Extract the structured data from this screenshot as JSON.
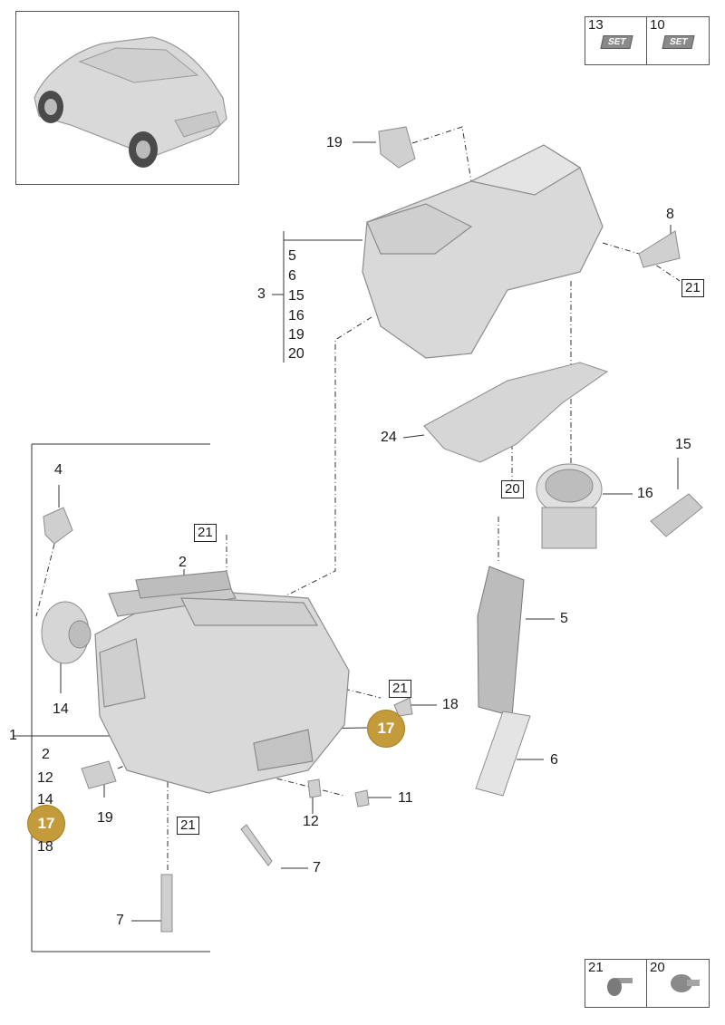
{
  "kit_tiles_top": [
    {
      "number": "13",
      "chip": "SET"
    },
    {
      "number": "10",
      "chip": "SET"
    }
  ],
  "kit_tiles_bottom": [
    {
      "number": "21"
    },
    {
      "number": "20"
    }
  ],
  "callouts": {
    "c19_top": "19",
    "c8": "8",
    "c21_right": "21",
    "c3": "3",
    "c3_list": [
      "5",
      "6",
      "15",
      "16",
      "19",
      "20"
    ],
    "c24": "24",
    "c20_box": "20",
    "c15": "15",
    "c16": "16",
    "c4": "4",
    "c21_mid": "21",
    "c2_top": "2",
    "c5": "5",
    "c14": "14",
    "c21_low": "21",
    "c18": "18",
    "c17_badge": "17",
    "c1": "1",
    "c1_list": [
      "2",
      "12",
      "14",
      "18"
    ],
    "c17_badge_left": "17",
    "c6": "6",
    "c19_low": "19",
    "c11": "11",
    "c21_bottom": "21",
    "c12": "12",
    "c7_right": "7",
    "c7_left": "7"
  },
  "colors": {
    "badge": "#c49b3a",
    "part_fill": "#d9d9d9",
    "part_stroke": "#8c8c8c"
  }
}
